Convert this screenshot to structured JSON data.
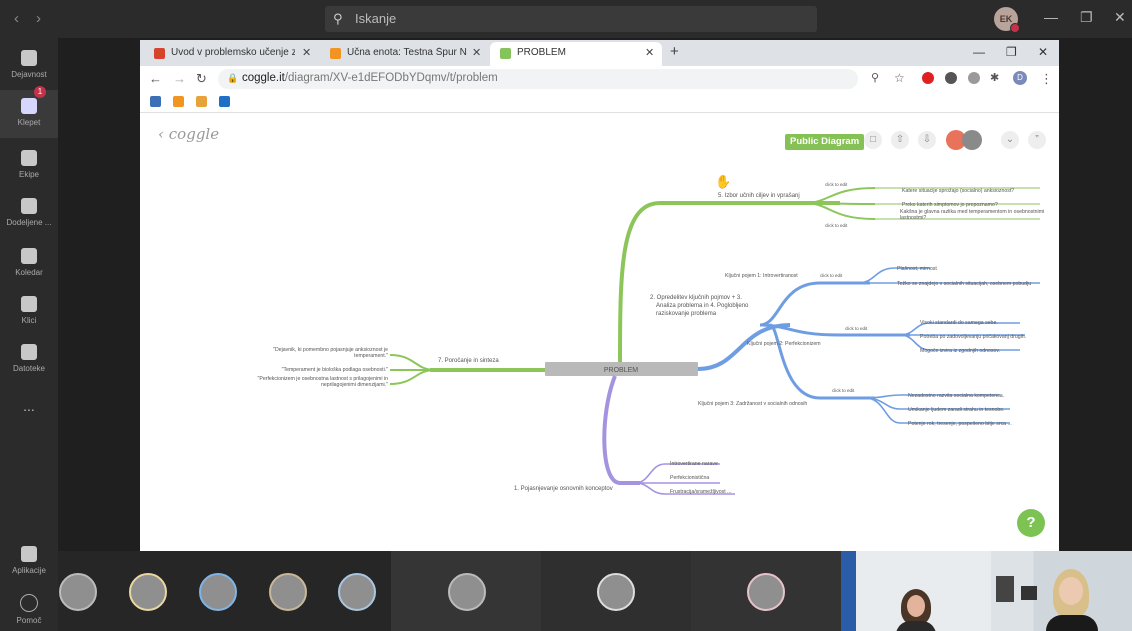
{
  "teams": {
    "search_placeholder": "Iskanje",
    "user_initials": "EK",
    "rail": [
      {
        "label": "Dejavnost"
      },
      {
        "label": "Klepet",
        "badge": "1"
      },
      {
        "label": "Ekipe"
      },
      {
        "label": "Dodeljene ..."
      },
      {
        "label": "Koledar"
      },
      {
        "label": "Klici"
      },
      {
        "label": "Datoteke"
      },
      {
        "label": "..."
      },
      {
        "label": "Aplikacije"
      },
      {
        "label": "Pomoč"
      }
    ]
  },
  "browser": {
    "tabs": [
      {
        "title": "Uvod v problemsko učenje z IKT",
        "active": false
      },
      {
        "title": "Učna enota: Testna Špur N",
        "active": false
      },
      {
        "title": "PROBLEM",
        "active": true
      }
    ],
    "url_host": "coggle.it",
    "url_path": "/diagram/XV-e1dEFODbYDqmv/t/problem",
    "profile_initial": "D"
  },
  "coggle": {
    "logo": "coggle",
    "public_label": "Public Diagram",
    "help": "?",
    "mindmap": {
      "root": "PROBLEM",
      "edit_hint": "click to edit",
      "branches": {
        "izbor": {
          "label": "5. Izbor učnih ciljev in vprašanj",
          "children": [
            "Katere situacije sprožajo (socialno) anksioznost?",
            "Preko katerih simptomov jo prepoznamo?",
            "Kakšna je glavna razlika med temperamentom in osebnostnimi lastnostmi?"
          ]
        },
        "opredelitev": {
          "label_lines": [
            "2. Opredelitev ključnih pojmov + 3.",
            "Analiza problema in 4. Poglobljeno",
            "raziskovanje problema"
          ],
          "pojem1": {
            "label": "Ključni pojem 1: Introvertiranost",
            "children": [
              "Plašnost, mirnost",
              "Težko se znajdejo v socialnih situacijah, osebnem pobudju"
            ]
          },
          "pojem2": {
            "label": "Ključni pojem 2: Perfekcionizem",
            "children": [
              "Visoki standardi do samega sebe.",
              "Potreba po zadovoljevanju pričakovanj drugih.",
              "Mogoče izvira iz zgodnjih odnosov."
            ]
          },
          "pojem3": {
            "label": "Ključni pojem 3: Zadržanost v socialnih odnosih",
            "children": [
              "Nezadostno razvita socialna kompetenca.",
              "Umikanje ljudem zaradi strahu in tesnobe.",
              "Potenje rok, tresenje, pospešeno bitje srca ..."
            ]
          }
        },
        "porocanje": {
          "label": "7. Poročanje in sinteza",
          "children": [
            "\"Dejavnik, ki pomembno pojasnjuje anksioznost je temperament.\"",
            "\"Temperament je biološka podlaga osebnosti.\"",
            "\"Perfekcionizem je osebnostna lastnost s prilagojenimi in neprilagojenimi dimenzijami.\""
          ]
        },
        "pojasnjevanje": {
          "label": "1. Pojasnjevanje osnovnih konceptov",
          "children": [
            "Introvertirane narave",
            "Perfekcionistična",
            "Frustracija/sramežljivost ..."
          ]
        }
      }
    }
  },
  "colors": {
    "green": "#8cc65a",
    "blue": "#6f9de3",
    "purple": "#a593e0",
    "root_bg": "#b9b9b9",
    "help_green": "#7cc354"
  }
}
